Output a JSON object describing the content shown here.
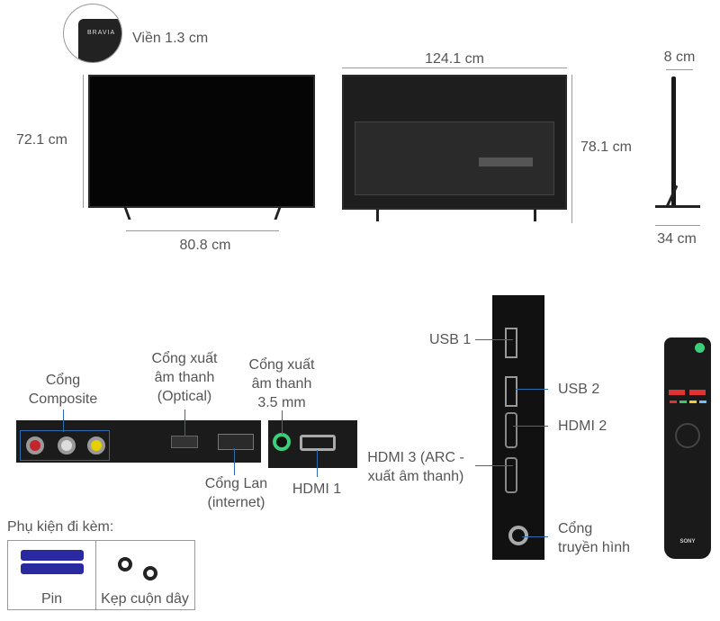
{
  "dimensions": {
    "bezel": "Viền 1.3 cm",
    "bezel_logo": "BRAVIA",
    "front_height": "72.1 cm",
    "front_width": "80.8 cm",
    "back_width": "124.1 cm",
    "back_height": "78.1 cm",
    "side_depth": "8 cm",
    "stand_depth": "34 cm"
  },
  "ports_bottom": {
    "composite": [
      "Cổng",
      "Composite"
    ],
    "optical": [
      "Cổng xuất",
      "âm thanh",
      "(Optical)"
    ],
    "audio35": [
      "Cổng xuất",
      "âm thanh",
      "3.5 mm"
    ],
    "lan": [
      "Cổng Lan",
      "(internet)"
    ],
    "hdmi1": "HDMI 1"
  },
  "ports_side": {
    "usb1": "USB 1",
    "usb2": "USB 2",
    "hdmi2": "HDMI 2",
    "hdmi3": [
      "HDMI 3 (ARC -",
      "xuất âm thanh)"
    ],
    "antenna": [
      "Cổng",
      "truyền hình"
    ]
  },
  "accessories": {
    "title": "Phụ kiện đi kèm:",
    "items": [
      {
        "label": "Pin",
        "icon": "battery-icon"
      },
      {
        "label": "Kẹp cuộn dây",
        "icon": "cable-clip-icon"
      }
    ]
  },
  "remote": {
    "brand": "SONY"
  },
  "colors": {
    "leader_line": "#2b6cb0",
    "composite_red": "#c0262b",
    "composite_white": "#dddddd",
    "composite_yellow": "#e8d000",
    "audio_green": "#3ccf7a"
  }
}
